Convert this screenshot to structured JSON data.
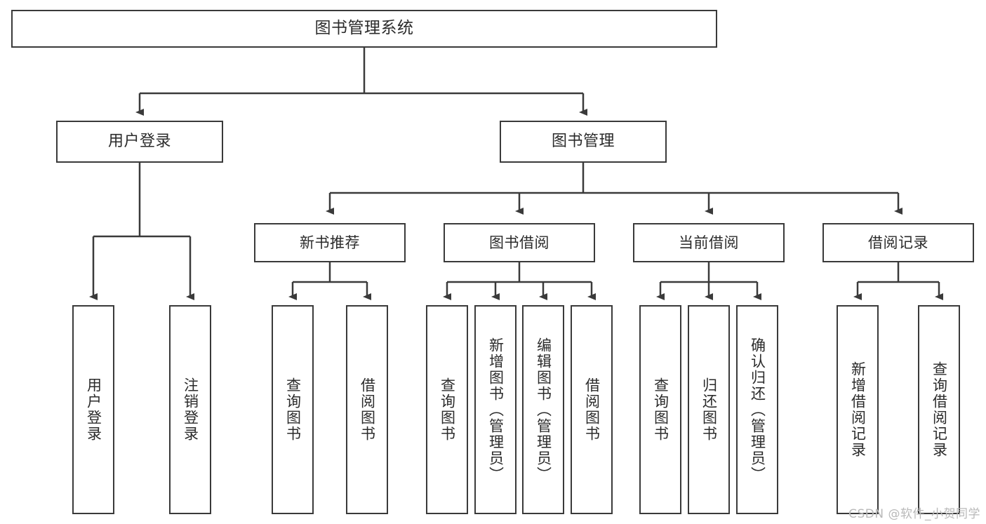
{
  "diagram": {
    "title": "图书管理系统",
    "watermark": "CSDN @软件_小贺同学",
    "line_color": "#3a3a3a",
    "box_fill": "#ffffff",
    "text_color": "#2b2b2b",
    "nodes": {
      "root": {
        "label": "图书管理系统"
      },
      "level1": [
        {
          "id": "user-login",
          "label": "用户登录"
        },
        {
          "id": "book-management",
          "label": "图书管理"
        }
      ],
      "level2": [
        {
          "id": "new-book-recommend",
          "label": "新书推荐"
        },
        {
          "id": "book-borrow",
          "label": "图书借阅"
        },
        {
          "id": "current-borrow",
          "label": "当前借阅"
        },
        {
          "id": "borrow-record",
          "label": "借阅记录"
        }
      ],
      "leaves": {
        "user-login": [
          {
            "id": "leaf-user-login",
            "label": "用户登录"
          },
          {
            "id": "leaf-user-logout",
            "label": "注销登录"
          }
        ],
        "new-book-recommend": [
          {
            "id": "leaf-query-book-1",
            "label": "查询图书"
          },
          {
            "id": "leaf-borrow-book-1",
            "label": "借阅图书"
          }
        ],
        "book-borrow": [
          {
            "id": "leaf-query-book-2",
            "label": "查询图书"
          },
          {
            "id": "leaf-add-book",
            "label": "新增图书（管理员）"
          },
          {
            "id": "leaf-edit-book",
            "label": "编辑图书（管理员）"
          },
          {
            "id": "leaf-borrow-book-2",
            "label": "借阅图书"
          }
        ],
        "current-borrow": [
          {
            "id": "leaf-query-book-3",
            "label": "查询图书"
          },
          {
            "id": "leaf-return-book",
            "label": "归还图书"
          },
          {
            "id": "leaf-confirm-return",
            "label": "确认归还（管理员）"
          }
        ],
        "borrow-record": [
          {
            "id": "leaf-add-record",
            "label": "新增借阅记录"
          },
          {
            "id": "leaf-query-record",
            "label": "查询借阅记录"
          }
        ]
      }
    }
  }
}
